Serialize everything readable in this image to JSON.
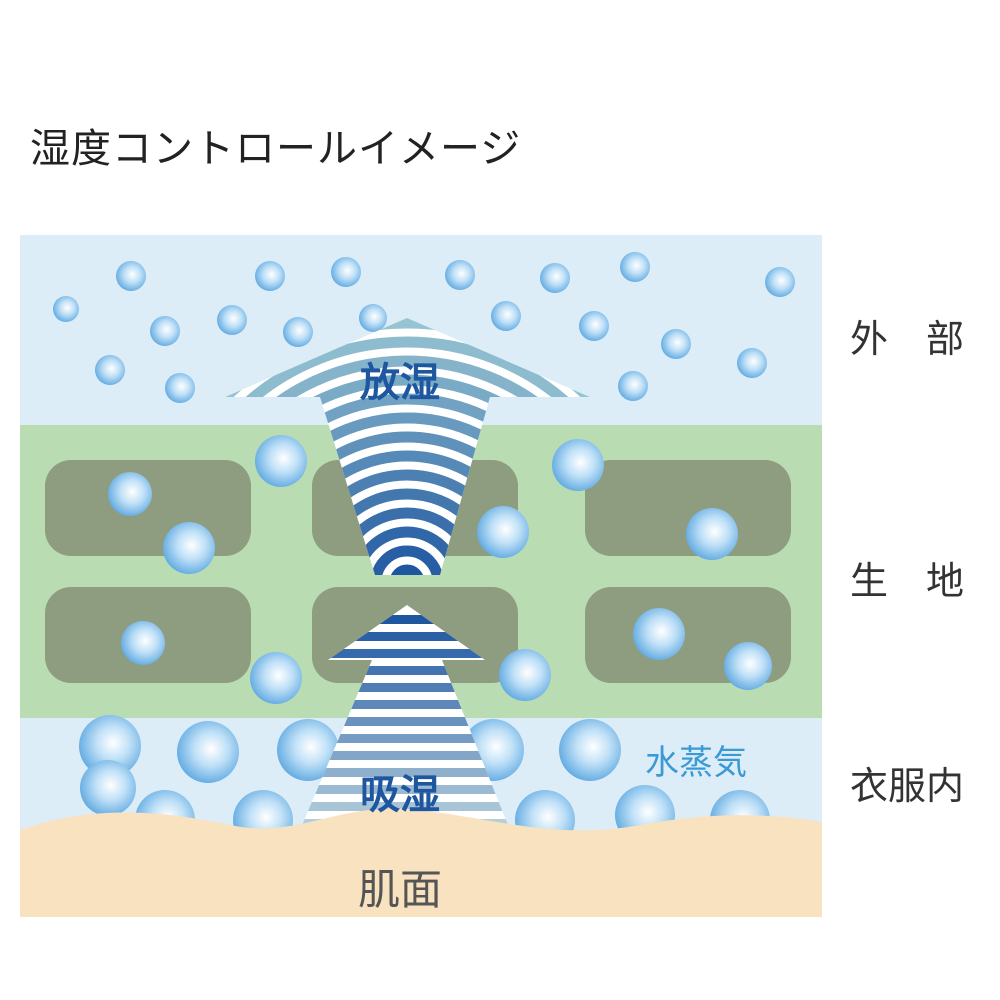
{
  "title": "湿度コントロールイメージ",
  "layers": {
    "outside": "外　部",
    "fabric": "生　地",
    "inside_clothes": "衣服内",
    "skin": "肌面"
  },
  "labels": {
    "release": "放湿",
    "absorb": "吸湿",
    "vapor": "水蒸気"
  },
  "colors": {
    "sky": "#dcedf8",
    "fabric": "#b9dcb3",
    "fiber": "#8e9c80",
    "skin": "#f8e2bf",
    "arrow_blue": "#1e56a0",
    "vapor_text": "#3a9ad6"
  }
}
